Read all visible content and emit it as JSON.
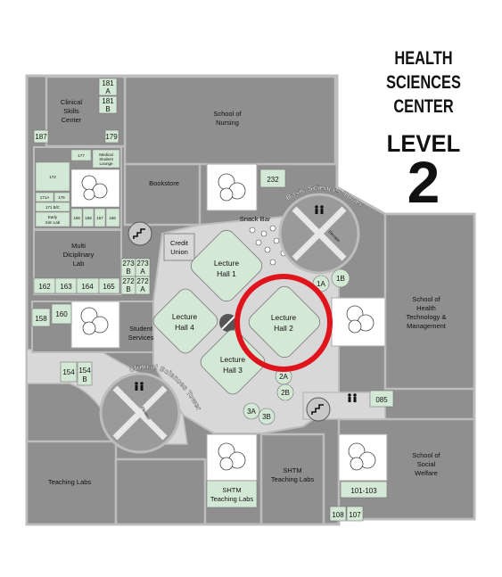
{
  "title": {
    "lines": [
      "HEALTH",
      "SCIENCES",
      "CENTER"
    ],
    "level_word": "LEVEL",
    "level_number": "2"
  },
  "colors": {
    "building": "#8f8f8f",
    "walls": "#bdbdbd",
    "rooms": "#d4e8d6",
    "corridor": "#d8d8d8",
    "highlight_circle": "#e0141c"
  },
  "labels": {
    "clinical_skills": [
      "Clinical",
      "Skills",
      "Center"
    ],
    "school_nursing": [
      "School of",
      "Nursing"
    ],
    "bookstore": "Bookstore",
    "snack_bar": "Snack Bar",
    "basic_sciences_tower": "Basic Sciences Tower",
    "elevator": "Elevator",
    "credit_union": [
      "Credit",
      "Union"
    ],
    "multi_diciplinary": [
      "Multi",
      "Diciplinary",
      "Lab"
    ],
    "student_services": [
      "Student",
      "Services"
    ],
    "clinical_sciences_tower": "Clinical Sciences Tower",
    "school_health_tech": [
      "School of",
      "Health",
      "Technology &",
      "Management"
    ],
    "school_social_welfare": [
      "School of",
      "Social",
      "Welfare"
    ],
    "teaching_labs": "Teaching Labs",
    "shtm_teaching_labs_left": [
      "SHTM",
      "Teaching Labs"
    ],
    "shtm_teaching_labs_right": [
      "SHTM",
      "Teaching Labs"
    ],
    "medical_student_lounge": [
      "Medical",
      "Student",
      "Lounge"
    ],
    "early_sim_lab": [
      "Early",
      "Sim Lab"
    ]
  },
  "lecture_halls": [
    {
      "lines": [
        "Lecture",
        "Hall 1"
      ]
    },
    {
      "lines": [
        "Lecture",
        "Hall 2"
      ]
    },
    {
      "lines": [
        "Lecture",
        "Hall 3"
      ]
    },
    {
      "lines": [
        "Lecture",
        "Hall 4"
      ]
    }
  ],
  "rooms": {
    "r181a": [
      "181",
      "A"
    ],
    "r181b": [
      "181",
      "B"
    ],
    "r187": "187",
    "r179": "179",
    "r177": "177",
    "r172": "172",
    "r171a": "171A",
    "r176": "176",
    "r171bc": "171 B/C",
    "r169": "169",
    "r168": "168",
    "r167": "167",
    "r166": "166",
    "r273b": [
      "273",
      "B"
    ],
    "r273a": [
      "273",
      "A"
    ],
    "r272b": [
      "272",
      "B"
    ],
    "r272a": [
      "272",
      "A"
    ],
    "r162": "162",
    "r163": "163",
    "r164": "164",
    "r165": "165",
    "r158": "158",
    "r160": "160",
    "r154a": "154",
    "r154b": [
      "154",
      "B"
    ],
    "r232": "232",
    "r1a": "1A",
    "r1b": "1B",
    "r2a": "2A",
    "r2b": "2B",
    "r3a": "3A",
    "r3b": "3B",
    "r085": "085",
    "r101_103": "101-103",
    "r108": "108",
    "r107": "107"
  }
}
